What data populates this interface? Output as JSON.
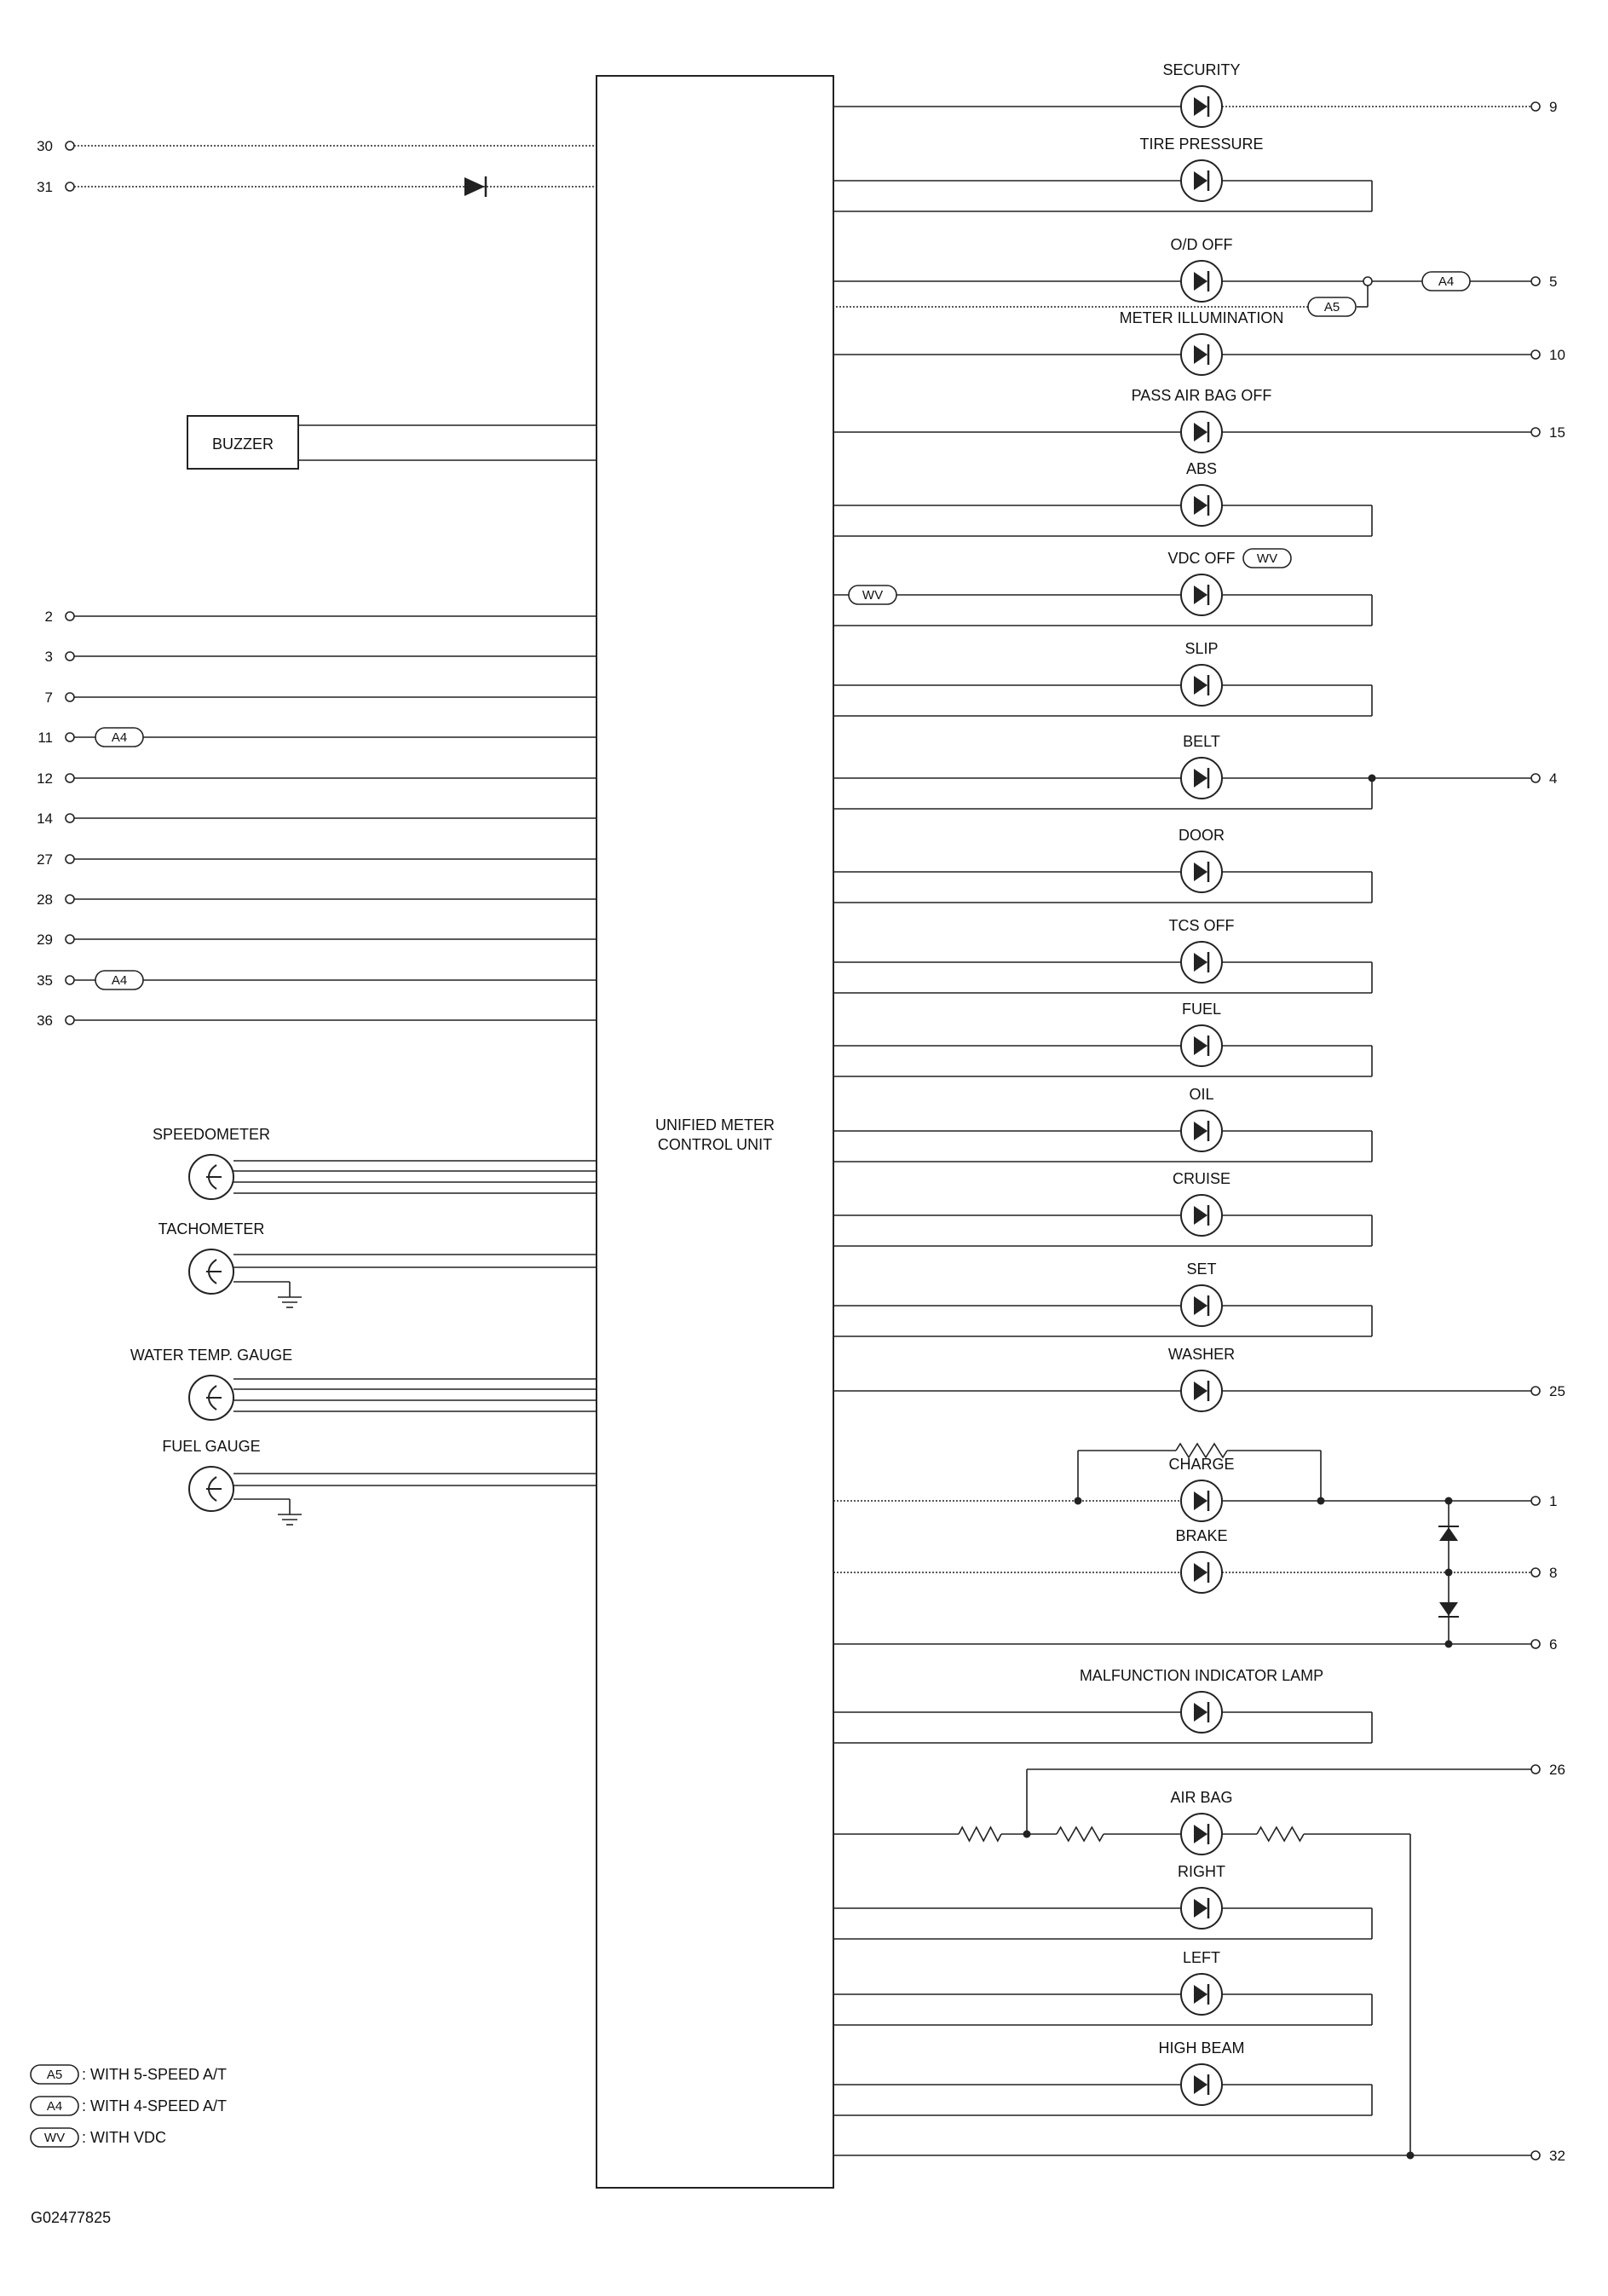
{
  "control_unit": {
    "label_line1": "UNIFIED METER",
    "label_line2": "CONTROL UNIT"
  },
  "left_pins": [
    {
      "pin": "30",
      "tag": ""
    },
    {
      "pin": "31",
      "tag": ""
    },
    {
      "pin": "2",
      "tag": ""
    },
    {
      "pin": "3",
      "tag": ""
    },
    {
      "pin": "7",
      "tag": ""
    },
    {
      "pin": "11",
      "tag": "A4"
    },
    {
      "pin": "12",
      "tag": ""
    },
    {
      "pin": "14",
      "tag": ""
    },
    {
      "pin": "27",
      "tag": ""
    },
    {
      "pin": "28",
      "tag": ""
    },
    {
      "pin": "29",
      "tag": ""
    },
    {
      "pin": "35",
      "tag": "A4"
    },
    {
      "pin": "36",
      "tag": ""
    }
  ],
  "buzzer": "BUZZER",
  "gauges": [
    {
      "label": "SPEEDOMETER",
      "ground": false
    },
    {
      "label": "TACHOMETER",
      "ground": true
    },
    {
      "label": "WATER TEMP. GAUGE",
      "ground": false
    },
    {
      "label": "FUEL GAUGE",
      "ground": true
    }
  ],
  "indicators": [
    {
      "label": "SECURITY",
      "pin": "9"
    },
    {
      "label": "TIRE PRESSURE",
      "pin": ""
    },
    {
      "label": "O/D OFF",
      "pin": "5"
    },
    {
      "label": "METER ILLUMINATION",
      "pin": "10"
    },
    {
      "label": "PASS AIR BAG OFF",
      "pin": "15"
    },
    {
      "label": "ABS",
      "pin": ""
    },
    {
      "label": "VDC OFF",
      "pin": "",
      "tag": "WV"
    },
    {
      "label": "SLIP",
      "pin": ""
    },
    {
      "label": "BELT",
      "pin": "4"
    },
    {
      "label": "DOOR",
      "pin": ""
    },
    {
      "label": "TCS OFF",
      "pin": ""
    },
    {
      "label": "FUEL",
      "pin": ""
    },
    {
      "label": "OIL",
      "pin": ""
    },
    {
      "label": "CRUISE",
      "pin": ""
    },
    {
      "label": "SET",
      "pin": ""
    },
    {
      "label": "WASHER",
      "pin": "25"
    },
    {
      "label": "CHARGE",
      "pin": "1"
    },
    {
      "label": "BRAKE",
      "pin": "8"
    },
    {
      "label": "MALFUNCTION INDICATOR LAMP",
      "pin": ""
    },
    {
      "label": "AIR BAG",
      "pin": "26"
    },
    {
      "label": "RIGHT",
      "pin": ""
    },
    {
      "label": "LEFT",
      "pin": ""
    },
    {
      "label": "HIGH BEAM",
      "pin": ""
    }
  ],
  "extra_pins": {
    "brake_return": "6",
    "common_ground": "32"
  },
  "wire_tags": {
    "od_a4": "A4",
    "od_a5": "A5",
    "vdc_wv": "WV"
  },
  "legend": [
    {
      "tag": "A5",
      "text": ": WITH 5-SPEED A/T"
    },
    {
      "tag": "A4",
      "text": ": WITH 4-SPEED A/T"
    },
    {
      "tag": "WV",
      "text": ": WITH VDC"
    }
  ],
  "figure_id": "G02477825"
}
